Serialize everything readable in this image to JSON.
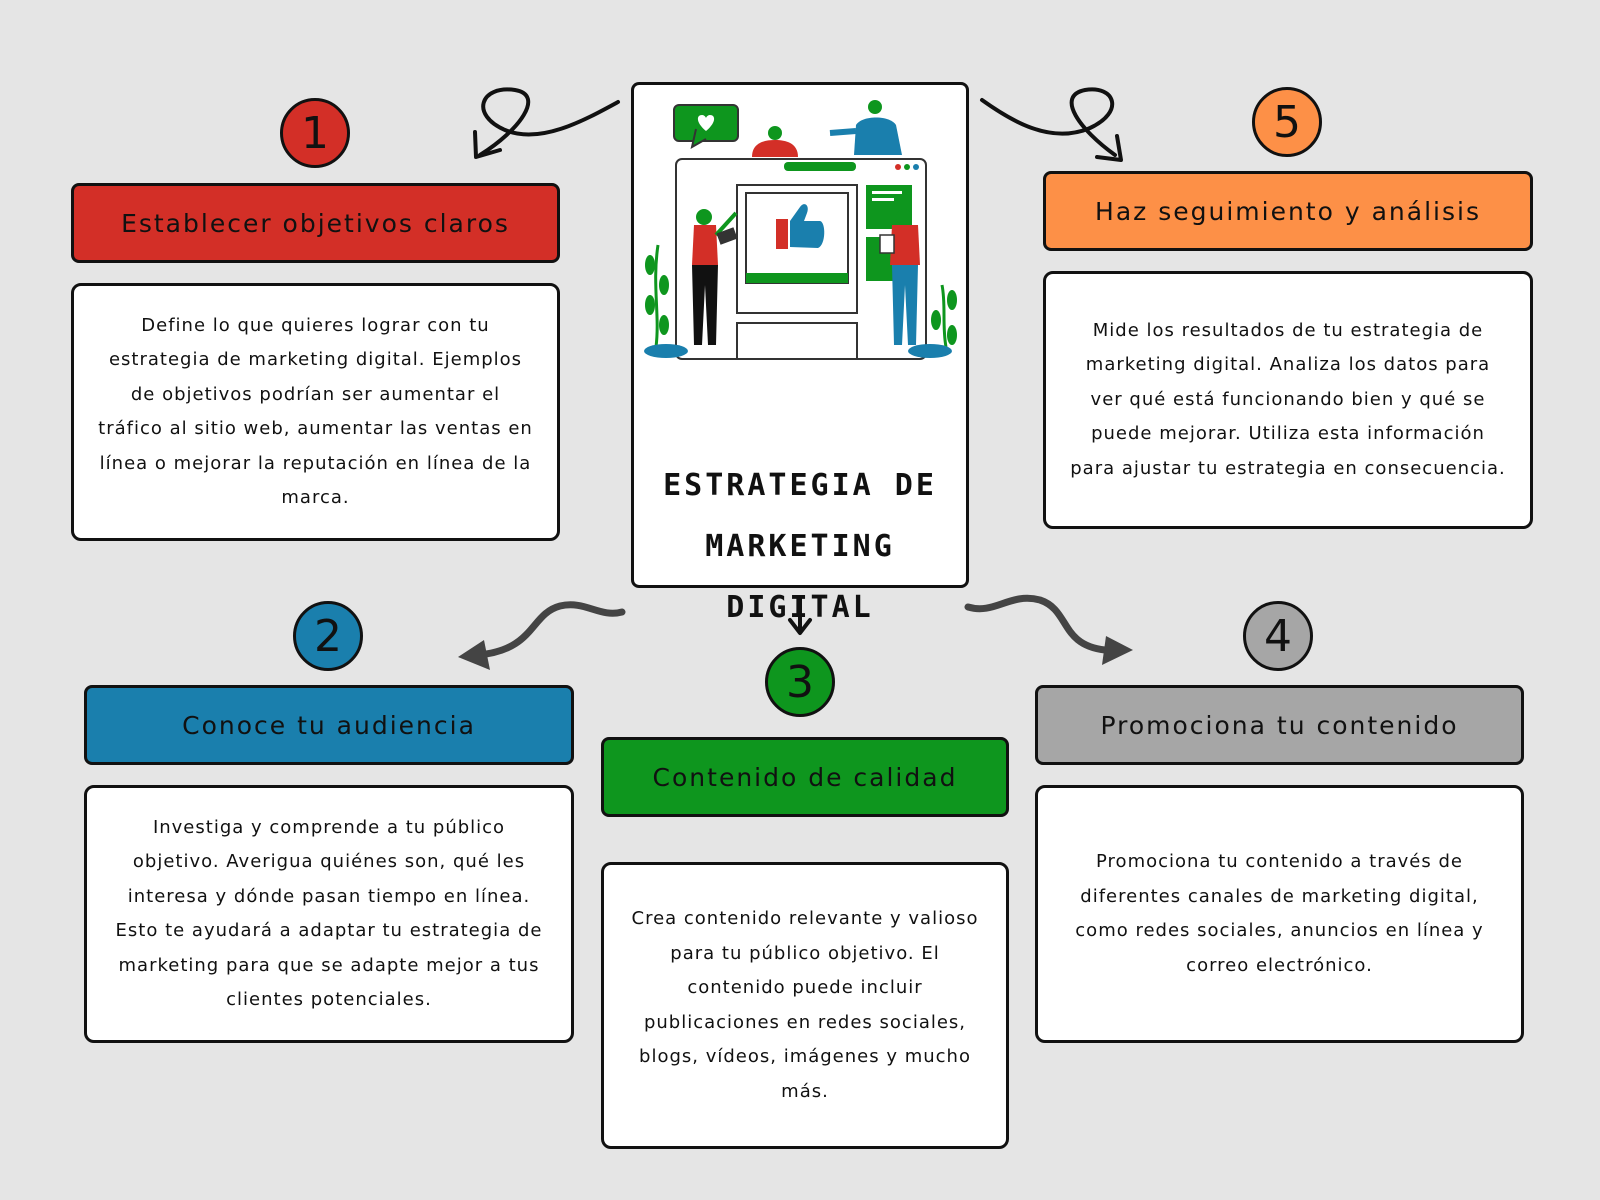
{
  "center": {
    "title_line1": "ESTRATEGIA DE",
    "title_line2": "MARKETING",
    "title_line3": "DIGITAL",
    "illustration": "people-social-media-illustration"
  },
  "steps": [
    {
      "number": "1",
      "title": "Establecer objetivos claros",
      "text": "Define lo que quieres lograr con tu estrategia de marketing digital. Ejemplos de objetivos podrían ser aumentar el tráfico al sitio web, aumentar las ventas en línea o mejorar la reputación en línea de la marca.",
      "color": "#d32f27"
    },
    {
      "number": "2",
      "title": "Conoce tu audiencia",
      "text": "Investiga y comprende a tu público objetivo. Averigua quiénes son, qué les interesa y dónde pasan tiempo en línea. Esto te ayudará a adaptar tu estrategia de marketing para que se adapte mejor a tus clientes potenciales.",
      "color": "#1a7fad"
    },
    {
      "number": "3",
      "title": "Contenido de calidad",
      "text": "Crea contenido relevante y valioso para tu público objetivo. El contenido puede incluir publicaciones en redes sociales, blogs, vídeos, imágenes y mucho más.",
      "color": "#0e961e"
    },
    {
      "number": "4",
      "title": "Promociona tu contenido",
      "text": "Promociona tu contenido a través de diferentes canales de marketing digital, como redes sociales, anuncios en línea y correo electrónico.",
      "color": "#a6a6a6"
    },
    {
      "number": "5",
      "title": "Haz seguimiento y análisis",
      "text": "Mide los resultados de tu estrategia de marketing digital. Analiza los datos para ver qué está funcionando bien y qué se puede mejorar. Utiliza esta información para ajustar tu estrategia en consecuencia.",
      "color": "#fd9047"
    }
  ]
}
